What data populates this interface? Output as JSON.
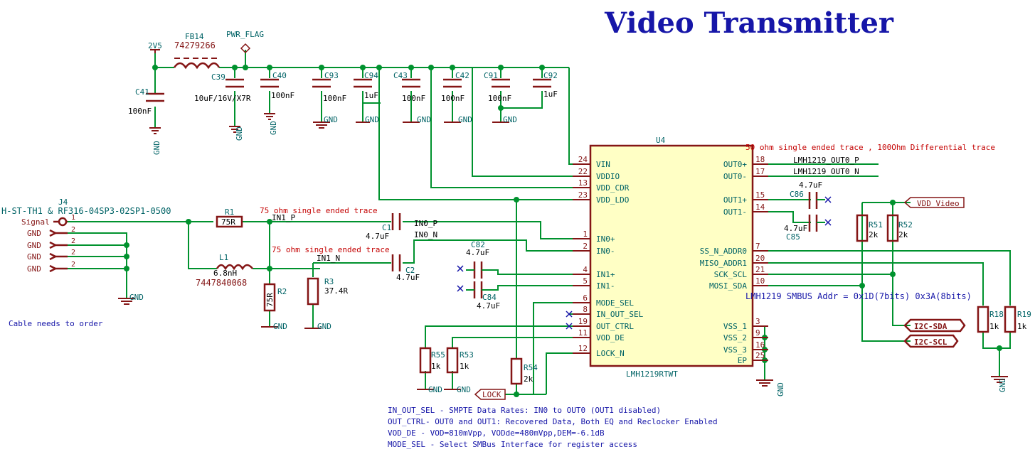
{
  "title": "Video Transmitter",
  "colors": {
    "wire": "#00922e",
    "component": "#841515",
    "label": "#006366",
    "net": "#000000",
    "note": "#1616a8",
    "warn": "#c40000",
    "body_fill": "#ffffc5",
    "no_connect": "#1616a8"
  },
  "power": {
    "rail": "2V5",
    "flag": "PWR_FLAG",
    "gnd": "GND"
  },
  "ferrite": {
    "ref": "FB14",
    "value": "74279266"
  },
  "caps_top": [
    {
      "ref": "C41",
      "value": "100nF"
    },
    {
      "ref": "C39",
      "value": "10uF/16V/X7R"
    },
    {
      "ref": "C40",
      "value": "100nF"
    },
    {
      "ref": "C93",
      "value": "100nF"
    },
    {
      "ref": "C94",
      "value": "1uF"
    },
    {
      "ref": "C43",
      "value": "100nF"
    },
    {
      "ref": "C42",
      "value": "100nF"
    },
    {
      "ref": "C91",
      "value": "100nF"
    },
    {
      "ref": "C92",
      "value": "1uF"
    }
  ],
  "connector": {
    "ref": "J4",
    "value": "H-ST-TH1 & RF316-04SP3-02SP1-0500",
    "pins": [
      {
        "num": "1",
        "name": "Signal"
      },
      {
        "num": "2",
        "name": "GND"
      },
      {
        "num": "2",
        "name": "GND"
      },
      {
        "num": "2",
        "name": "GND"
      },
      {
        "num": "2",
        "name": "GND"
      }
    ],
    "note": "Cable needs to order"
  },
  "input": {
    "r1": {
      "ref": "R1",
      "value": "75R"
    },
    "l1": {
      "ref": "L1",
      "value": "6.8nH",
      "part": "7447840068"
    },
    "r2": {
      "ref": "R2",
      "value": "75R"
    },
    "r3": {
      "ref": "R3",
      "value": "37.4R"
    },
    "c1": {
      "ref": "C1",
      "value": "4.7uF"
    },
    "c2": {
      "ref": "C2",
      "value": "4.7uF"
    },
    "c82": {
      "ref": "C82",
      "value": "4.7uF"
    },
    "c84": {
      "ref": "C84",
      "value": "4.7uF"
    },
    "trace1": "75 ohm single ended trace",
    "trace2": "75 ohm single ended trace",
    "net_in1p": "IN1_P",
    "net_in1n": "IN1_N",
    "net_in0p": "IN0_P",
    "net_in0n": "IN0_N"
  },
  "ic": {
    "ref": "U4",
    "value": "LMH1219RTWT",
    "left_pins": [
      {
        "num": "24",
        "name": "VIN"
      },
      {
        "num": "22",
        "name": "VDDIO"
      },
      {
        "num": "13",
        "name": "VDD_CDR"
      },
      {
        "num": "23",
        "name": "VDD_LDO"
      },
      {
        "num": "1",
        "name": "IN0+"
      },
      {
        "num": "2",
        "name": "IN0-"
      },
      {
        "num": "4",
        "name": "IN1+"
      },
      {
        "num": "5",
        "name": "IN1-"
      },
      {
        "num": "6",
        "name": "MODE_SEL"
      },
      {
        "num": "8",
        "name": "IN_OUT_SEL"
      },
      {
        "num": "19",
        "name": "OUT_CTRL"
      },
      {
        "num": "11",
        "name": "VOD_DE"
      },
      {
        "num": "12",
        "name": "LOCK_N"
      }
    ],
    "right_pins": [
      {
        "num": "18",
        "name": "OUT0+"
      },
      {
        "num": "17",
        "name": "OUT0-"
      },
      {
        "num": "15",
        "name": "OUT1+"
      },
      {
        "num": "14",
        "name": "OUT1-"
      },
      {
        "num": "7",
        "name": "SS_N_ADDR0"
      },
      {
        "num": "20",
        "name": "MISO_ADDR1"
      },
      {
        "num": "21",
        "name": "SCK_SCL"
      },
      {
        "num": "10",
        "name": "MOSI_SDA"
      },
      {
        "num": "3",
        "name": "VSS_1"
      },
      {
        "num": "9",
        "name": "VSS_2"
      },
      {
        "num": "16",
        "name": "VSS_3"
      },
      {
        "num": "25",
        "name": "EP"
      }
    ]
  },
  "output": {
    "trace": "50 ohm single ended trace , 100Ohm Differential trace",
    "net_p": "LMH1219_OUT0_P",
    "net_n": "LMH1219_OUT0_N",
    "c86": {
      "ref": "C86",
      "value": "4.7uF"
    },
    "c85": {
      "ref": "C85",
      "value": "4.7uF"
    },
    "vdd_label": "VDD_Video",
    "r51": {
      "ref": "R51",
      "value": "2k"
    },
    "r52": {
      "ref": "R52",
      "value": "2k"
    },
    "r18": {
      "ref": "R18",
      "value": "1k"
    },
    "r19": {
      "ref": "R19",
      "value": "1k"
    },
    "sda": "I2C-SDA",
    "scl": "I2C-SCL",
    "smbus_note": "LMH1219 SMBUS Addr = 0x1D(7bits) 0x3A(8bits)"
  },
  "strap": {
    "r55": {
      "ref": "R55",
      "value": "1k"
    },
    "r53": {
      "ref": "R53",
      "value": "1k"
    },
    "r54": {
      "ref": "R54",
      "value": "2k"
    },
    "lock": "LOCK"
  },
  "notes": [
    "IN_OUT_SEL - SMPTE Data Rates: IN0 to OUT0 (OUT1 disabled)",
    "OUT_CTRL- OUT0 and OUT1: Recovered Data, Both EQ and Reclocker Enabled",
    "VOD_DE - VOD=810mVpp, VODde=480mVpp,DEM=-6.1dB",
    "MODE_SEL - Select SMBus Interface for register access"
  ]
}
